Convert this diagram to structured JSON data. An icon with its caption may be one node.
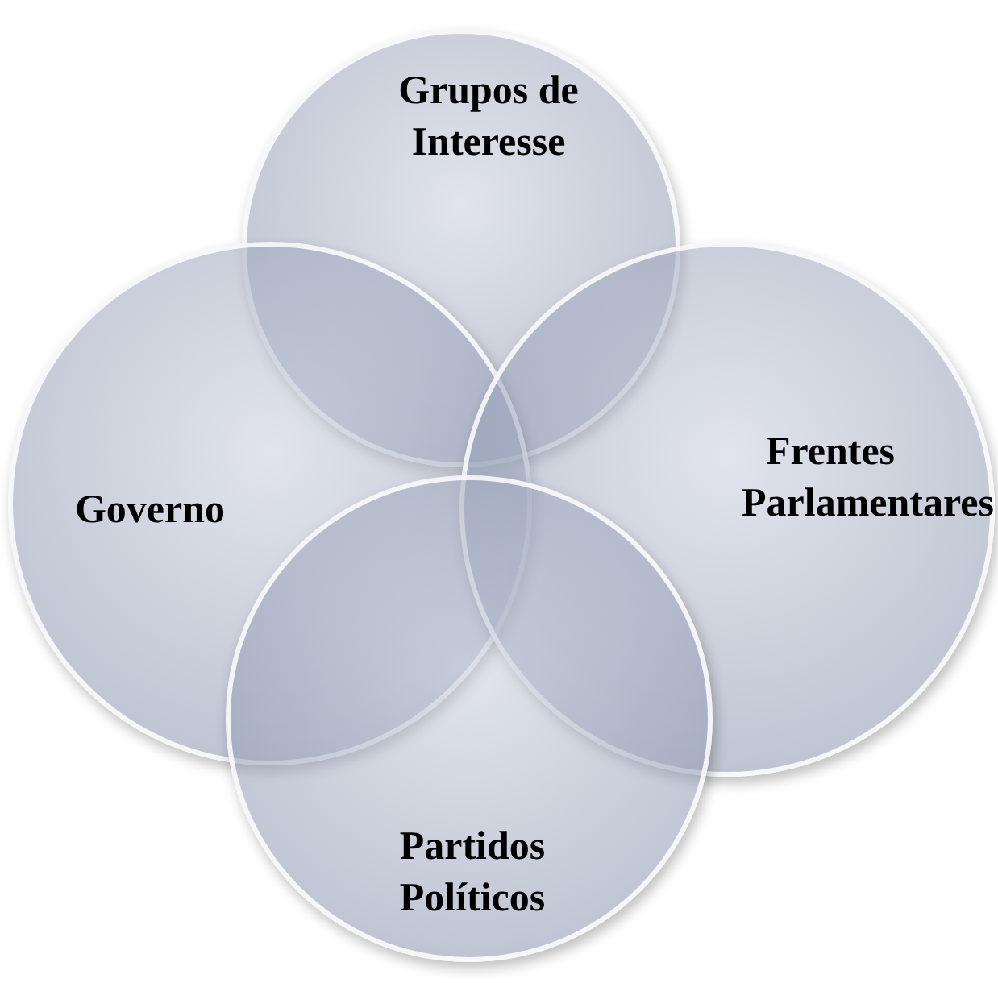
{
  "diagram": {
    "nodes": [
      {
        "text": [
          "Grupos de Interesse"
        ]
      },
      {
        "text": [
          "Governo"
        ]
      },
      {
        "text": [
          "Frentes Parlamentares"
        ]
      },
      {
        "text": [
          "Partidos Políticos"
        ]
      }
    ]
  }
}
